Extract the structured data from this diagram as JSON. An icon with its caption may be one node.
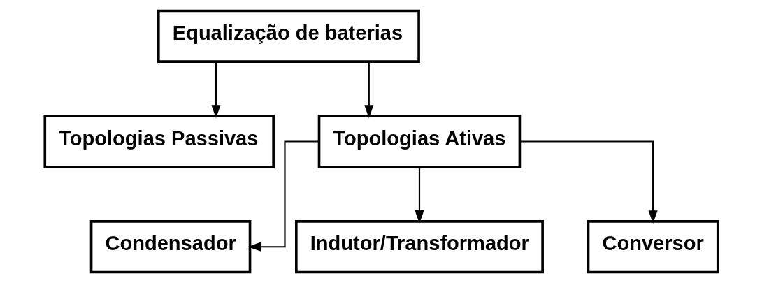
{
  "diagram": {
    "nodes": [
      {
        "text": [
          "Equalização de baterias"
        ]
      },
      {
        "text": [
          "Topologias Passivas"
        ]
      },
      {
        "text": [
          "Topologias Ativas"
        ]
      },
      {
        "text": [
          "Condensador"
        ]
      },
      {
        "text": [
          "Indutor/Transformador"
        ]
      },
      {
        "text": [
          "Conversor"
        ]
      }
    ],
    "edges": [
      {
        "from": 0,
        "to": 1,
        "arrow": "to"
      },
      {
        "from": 0,
        "to": 2,
        "arrow": "to"
      },
      {
        "from": 2,
        "to": 3,
        "arrow": "to"
      },
      {
        "from": 2,
        "to": 4,
        "arrow": "to"
      },
      {
        "from": 2,
        "to": 5,
        "arrow": "to"
      }
    ]
  }
}
